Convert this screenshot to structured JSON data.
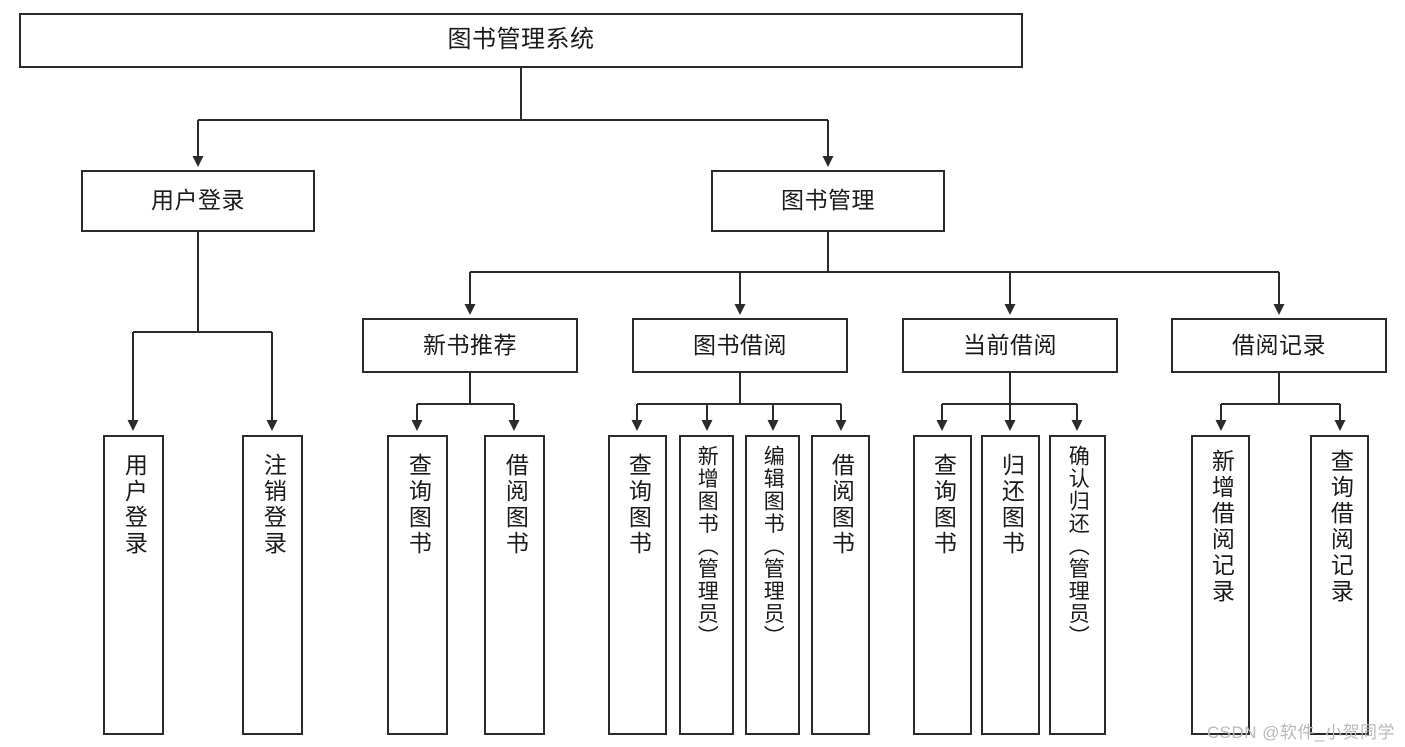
{
  "diagram": {
    "type": "tree-hierarchy-flowchart",
    "title": "图书管理系统",
    "orientation": "top-down",
    "box_style": {
      "fill": "#ffffff",
      "stroke": "#2b2b2b",
      "stroke_width": 2,
      "connector_color": "#2b2b2b",
      "arrow_head": "filled-triangle"
    },
    "levels": 4,
    "nodes": {
      "root": {
        "id": "root",
        "label": "图书管理系统",
        "level": 1,
        "text_direction": "horizontal"
      },
      "level2": [
        {
          "id": "user-login",
          "label": "用户登录",
          "level": 2,
          "text_direction": "horizontal",
          "parent": "root"
        },
        {
          "id": "book-management",
          "label": "图书管理",
          "level": 2,
          "text_direction": "horizontal",
          "parent": "root"
        }
      ],
      "level3": [
        {
          "id": "new-book-recommend",
          "label": "新书推荐",
          "level": 3,
          "text_direction": "horizontal",
          "parent": "book-management"
        },
        {
          "id": "book-borrow",
          "label": "图书借阅",
          "level": 3,
          "text_direction": "horizontal",
          "parent": "book-management"
        },
        {
          "id": "current-borrow",
          "label": "当前借阅",
          "level": 3,
          "text_direction": "horizontal",
          "parent": "book-management"
        },
        {
          "id": "borrow-record",
          "label": "借阅记录",
          "level": 3,
          "text_direction": "horizontal",
          "parent": "book-management"
        }
      ],
      "leaves": [
        {
          "id": "leaf-user-login",
          "label": "用户登录",
          "parent": "user-login",
          "text_direction": "vertical"
        },
        {
          "id": "leaf-user-logout",
          "label": "注销登录",
          "parent": "user-login",
          "text_direction": "vertical"
        },
        {
          "id": "leaf-query-book-1",
          "label": "查询图书",
          "parent": "new-book-recommend",
          "text_direction": "vertical"
        },
        {
          "id": "leaf-borrow-book-1",
          "label": "借阅图书",
          "parent": "new-book-recommend",
          "text_direction": "vertical"
        },
        {
          "id": "leaf-query-book-2",
          "label": "查询图书",
          "parent": "book-borrow",
          "text_direction": "vertical"
        },
        {
          "id": "leaf-add-book",
          "label": "新增图书（管理员）",
          "parent": "book-borrow",
          "text_direction": "vertical"
        },
        {
          "id": "leaf-edit-book",
          "label": "编辑图书（管理员）",
          "parent": "book-borrow",
          "text_direction": "vertical"
        },
        {
          "id": "leaf-borrow-book-2",
          "label": "借阅图书",
          "parent": "book-borrow",
          "text_direction": "vertical"
        },
        {
          "id": "leaf-query-book-3",
          "label": "查询图书",
          "parent": "current-borrow",
          "text_direction": "vertical"
        },
        {
          "id": "leaf-return-book",
          "label": "归还图书",
          "parent": "current-borrow",
          "text_direction": "vertical"
        },
        {
          "id": "leaf-confirm-return",
          "label": "确认归还（管理员）",
          "parent": "current-borrow",
          "text_direction": "vertical"
        },
        {
          "id": "leaf-add-borrow-record",
          "label": "新增借阅记录",
          "parent": "borrow-record",
          "text_direction": "vertical"
        },
        {
          "id": "leaf-query-borrow-record",
          "label": "查询借阅记录",
          "parent": "borrow-record",
          "text_direction": "vertical"
        }
      ]
    }
  },
  "watermark": {
    "text": "CSDN @软件_小贺同学"
  }
}
